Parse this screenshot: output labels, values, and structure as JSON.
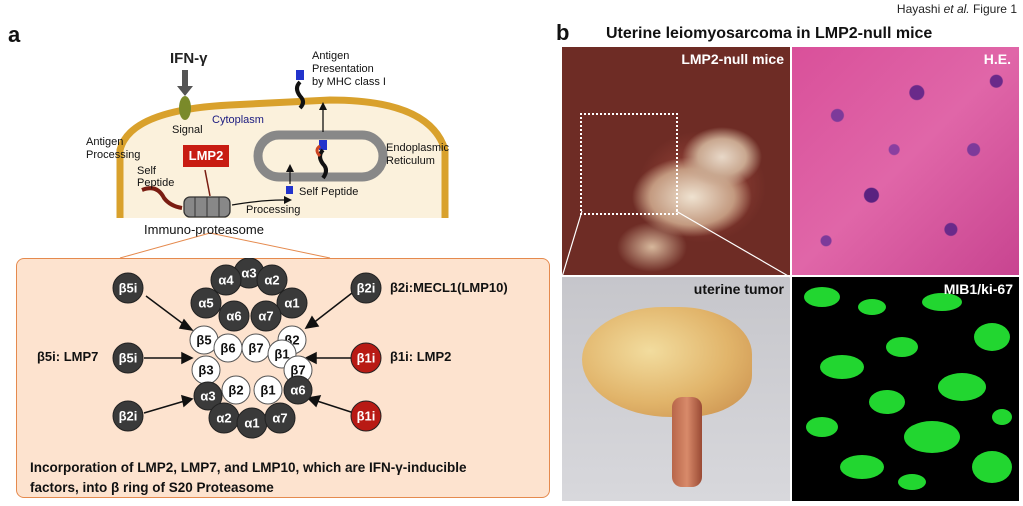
{
  "header": {
    "figure_label": "Hayashi et al. Figure 1",
    "author": "Hayashi",
    "et_al": "et al.",
    "figure": "Figure 1"
  },
  "panel_a": {
    "letter": "a",
    "ifn": "IFN-γ",
    "signal": "Signal",
    "cytoplasm": "Cytoplasm",
    "antigen_presentation": [
      "Antigen",
      "Presentation",
      "by MHC class I"
    ],
    "antigen_processing": [
      "Antigen",
      "Processing"
    ],
    "lmp2_box": "LMP2",
    "self_peptide_left": [
      "Self",
      "Peptide"
    ],
    "processing": "Processing",
    "self_peptide_right": "Self Peptide",
    "er": [
      "Endoplasmic",
      "Reticulum"
    ],
    "immunoproteasome": "Immuno-proteasome",
    "inset": {
      "left_circles": [
        "β5i",
        "β5i",
        "β2i"
      ],
      "right_circles": [
        "β2i",
        "β1i",
        "β1i"
      ],
      "labels": {
        "beta2i_mecl1": "β2i:MECL1(LMP10)",
        "beta5i_lmp7": "β5i: LMP7",
        "beta1i_lmp2": "β1i: LMP2"
      },
      "alpha_top": [
        "α3",
        "α4",
        "α2",
        "α5",
        "α1",
        "α6",
        "α7"
      ],
      "beta_top": [
        "β5",
        "β2",
        "β6",
        "β7",
        "β1",
        "β3",
        "β7"
      ],
      "beta_bottom": [
        "β2",
        "β1",
        "α6",
        "α3"
      ],
      "alpha_bottom": [
        "α2",
        "α1",
        "α7"
      ],
      "caption_lines": [
        "Incorporation of LMP2, LMP7, and LMP10, which are IFN-γ-inducible",
        "factors, into β ring of S20 Proteasome"
      ]
    }
  },
  "panel_b": {
    "letter": "b",
    "title": "Uterine leiomyosarcoma in LMP2-null mice",
    "photos": {
      "top_left": "LMP2-null mice",
      "top_right": "H.E.",
      "bottom_left": "uterine tumor",
      "bottom_right": "MIB1/ki-67"
    }
  },
  "colors": {
    "membrane": "#d9a12c",
    "cell_fill": "#fbf1dc",
    "inset_fill": "#fde3cf",
    "inset_border": "#e58a4e",
    "dark_subunit": "#3a3a3a",
    "red_subunit": "#b81a14",
    "lmp2_box": "#c81c12"
  }
}
